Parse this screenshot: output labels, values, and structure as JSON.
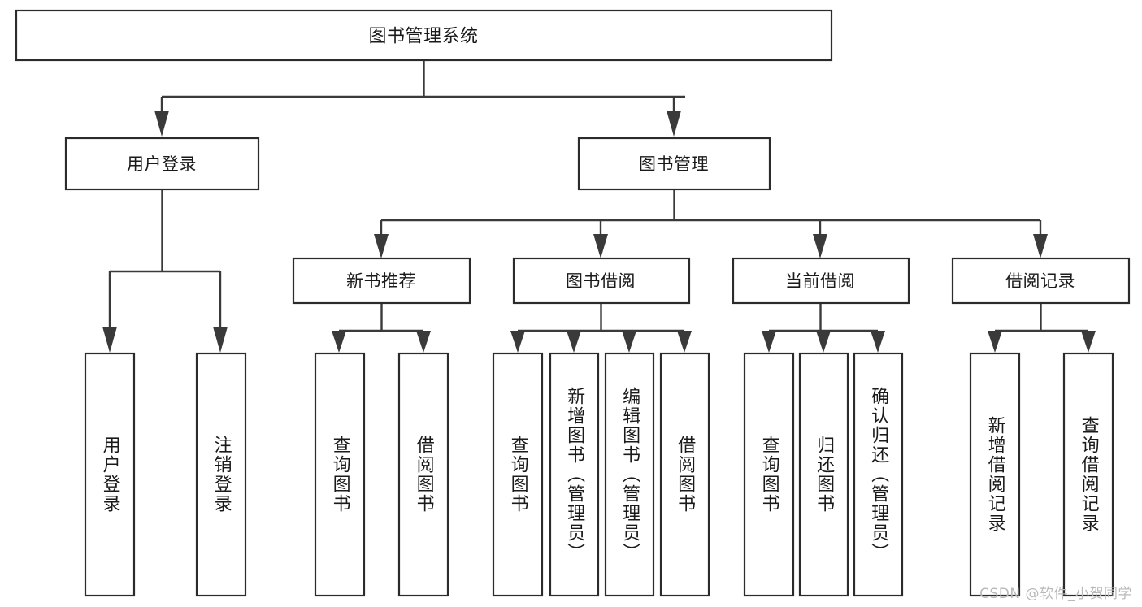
{
  "diagram": {
    "type": "tree",
    "title": "图书管理系统",
    "watermark": "CSDN @软件_小贺同学",
    "colors": {
      "box_stroke": "#2b2b2b",
      "connector": "#3a3a3a",
      "box_fill": "#ffffff",
      "text": "#1a1a1a",
      "watermark": "#b9b9b9"
    },
    "root": {
      "label": "图书管理系统"
    },
    "level1": [
      {
        "label": "用户登录"
      },
      {
        "label": "图书管理"
      }
    ],
    "level2": [
      {
        "label": "新书推荐"
      },
      {
        "label": "图书借阅"
      },
      {
        "label": "当前借阅"
      },
      {
        "label": "借阅记录"
      }
    ],
    "leaves": {
      "user_login": [
        {
          "label": "用户登录"
        },
        {
          "label": "注销登录"
        }
      ],
      "new_book": [
        {
          "label": "查询图书"
        },
        {
          "label": "借阅图书"
        }
      ],
      "book_borrow": [
        {
          "label": "查询图书"
        },
        {
          "label": "新增图书（管理员）"
        },
        {
          "label": "编辑图书（管理员）"
        },
        {
          "label": "借阅图书"
        }
      ],
      "current_borrow": [
        {
          "label": "查询图书"
        },
        {
          "label": "归还图书"
        },
        {
          "label": "确认归还（管理员）"
        }
      ],
      "borrow_record": [
        {
          "label": "新增借阅记录"
        },
        {
          "label": "查询借阅记录"
        }
      ]
    }
  }
}
